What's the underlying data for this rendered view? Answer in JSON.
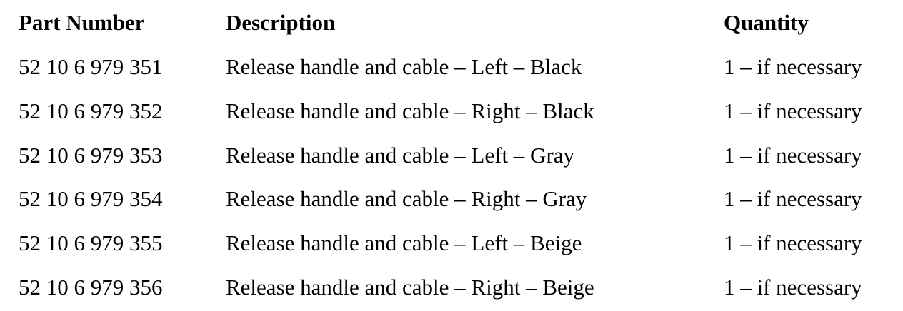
{
  "table": {
    "headers": {
      "part_number": "Part Number",
      "description": "Description",
      "quantity": "Quantity"
    },
    "rows": [
      {
        "part_number": "52 10 6 979 351",
        "description": "Release handle and cable – Left – Black",
        "quantity": "1 – if necessary"
      },
      {
        "part_number": "52 10 6 979 352",
        "description": "Release handle and cable – Right – Black",
        "quantity": "1 – if necessary"
      },
      {
        "part_number": "52 10 6 979 353",
        "description": "Release handle and cable – Left – Gray",
        "quantity": "1 – if necessary"
      },
      {
        "part_number": "52 10 6 979 354",
        "description": "Release handle and cable – Right – Gray",
        "quantity": "1 – if necessary"
      },
      {
        "part_number": "52 10 6 979 355",
        "description": "Release handle and cable – Left – Beige",
        "quantity": "1 – if necessary"
      },
      {
        "part_number": "52 10 6 979 356",
        "description": "Release handle and cable – Right – Beige",
        "quantity": "1 – if necessary"
      }
    ]
  }
}
